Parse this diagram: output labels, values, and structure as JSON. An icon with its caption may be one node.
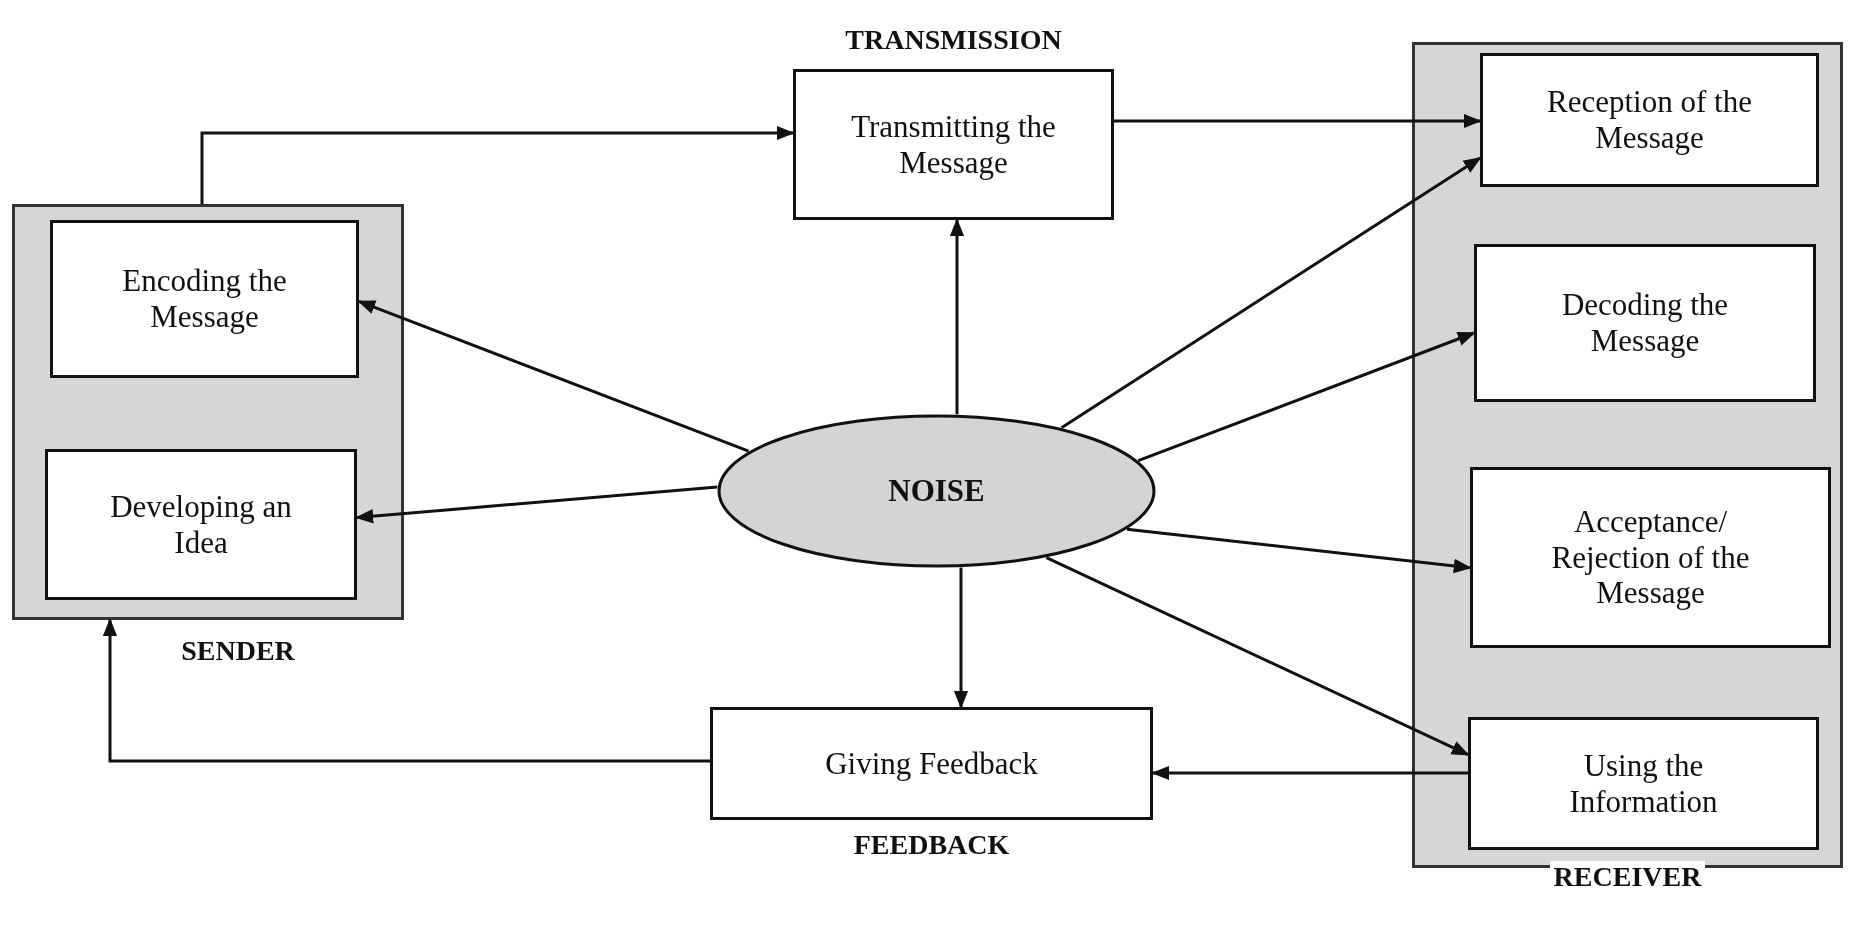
{
  "diagram": {
    "nodes": [
      {
        "text": [
          "SENDER"
        ]
      },
      {
        "text": [
          "Encoding the Message"
        ],
        "in": 0
      },
      {
        "text": [
          "Developing an Idea"
        ],
        "in": 0
      },
      {
        "text": [
          "TRANSMISSION",
          "Transmitting the Message"
        ]
      },
      {
        "text": [
          "RECEIVER"
        ]
      },
      {
        "text": [
          "Reception of the Message"
        ],
        "in": 4
      },
      {
        "text": [
          "Decoding the Message"
        ],
        "in": 4
      },
      {
        "text": [
          "Acceptance/ Rejection of the Message"
        ],
        "in": 4
      },
      {
        "text": [
          "Using the Information"
        ],
        "in": 4
      },
      {
        "text": [
          "NOISE"
        ]
      },
      {
        "text": [
          "Giving Feedback",
          "FEEDBACK"
        ]
      }
    ],
    "edges": [
      {
        "from": 0,
        "to": 3,
        "arrow": "to"
      },
      {
        "from": 3,
        "to": 5,
        "arrow": "to"
      },
      {
        "from": 9,
        "to": 3,
        "arrow": "to"
      },
      {
        "from": 9,
        "to": 1,
        "arrow": "to"
      },
      {
        "from": 9,
        "to": 2,
        "arrow": "to"
      },
      {
        "from": 9,
        "to": 5,
        "arrow": "to"
      },
      {
        "from": 9,
        "to": 6,
        "arrow": "to"
      },
      {
        "from": 9,
        "to": 7,
        "arrow": "to"
      },
      {
        "from": 9,
        "to": 8,
        "arrow": "to"
      },
      {
        "from": 9,
        "to": 10,
        "arrow": "to"
      },
      {
        "from": 8,
        "to": 10,
        "arrow": "to"
      },
      {
        "from": 10,
        "to": 0,
        "arrow": "to"
      }
    ]
  }
}
